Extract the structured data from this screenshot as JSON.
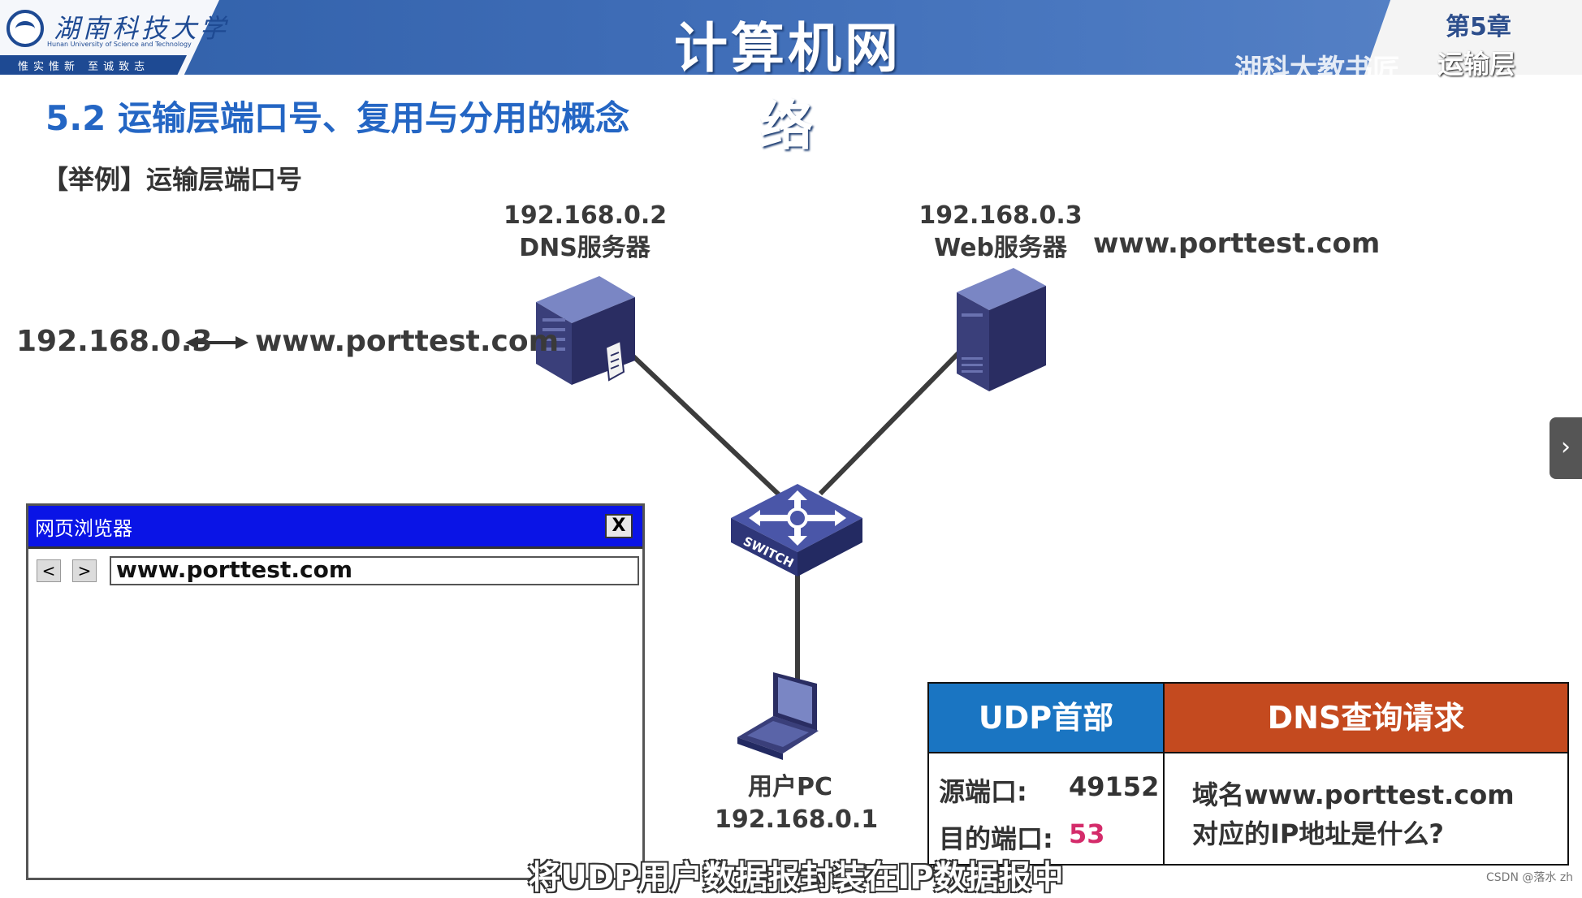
{
  "header": {
    "university_name": "湖南科技大学",
    "university_en": "Hunan University of Science and Technology",
    "motto": "惟实惟新 至诚致志",
    "course_title": "计算机网络",
    "chapter_label": "第5章",
    "chapter_name": "运输层",
    "watermark": "湖科大教书匠"
  },
  "section_title": "5.2 运输层端口号、复用与分用的概念",
  "example_label": "【举例】运输层端口号",
  "dns_server": {
    "ip": "192.168.0.2",
    "name": "DNS服务器"
  },
  "web_server": {
    "ip": "192.168.0.3",
    "name": "Web服务器",
    "domain": "www.porttest.com"
  },
  "dns_record": {
    "ip": "192.168.0.3",
    "domain": "www.porttest.com"
  },
  "user_pc": {
    "name": "用户PC",
    "ip": "192.168.0.1"
  },
  "switch_label": "SWITCH",
  "browser": {
    "title": "网页浏览器",
    "close": "X",
    "back": "<",
    "forward": ">",
    "url": "www.porttest.com"
  },
  "packet": {
    "udp_header": "UDP首部",
    "dns_query": "DNS查询请求",
    "src_port_label": "源端口:",
    "src_port": "49152",
    "dst_port_label": "目的端口:",
    "dst_port": "53",
    "query_line1": "域名www.porttest.com",
    "query_line2": "对应的IP地址是什么?"
  },
  "colors": {
    "udp_header": "#1a75c2",
    "dns_query": "#c44a1f",
    "dst_port": "#d42b6a",
    "browser_titlebar": "#0a14e6",
    "section_title": "#2466c4"
  },
  "subtitle": "将UDP用户数据报封装在IP数据报中",
  "side_button": "›",
  "credit": "CSDN @落水 zh"
}
